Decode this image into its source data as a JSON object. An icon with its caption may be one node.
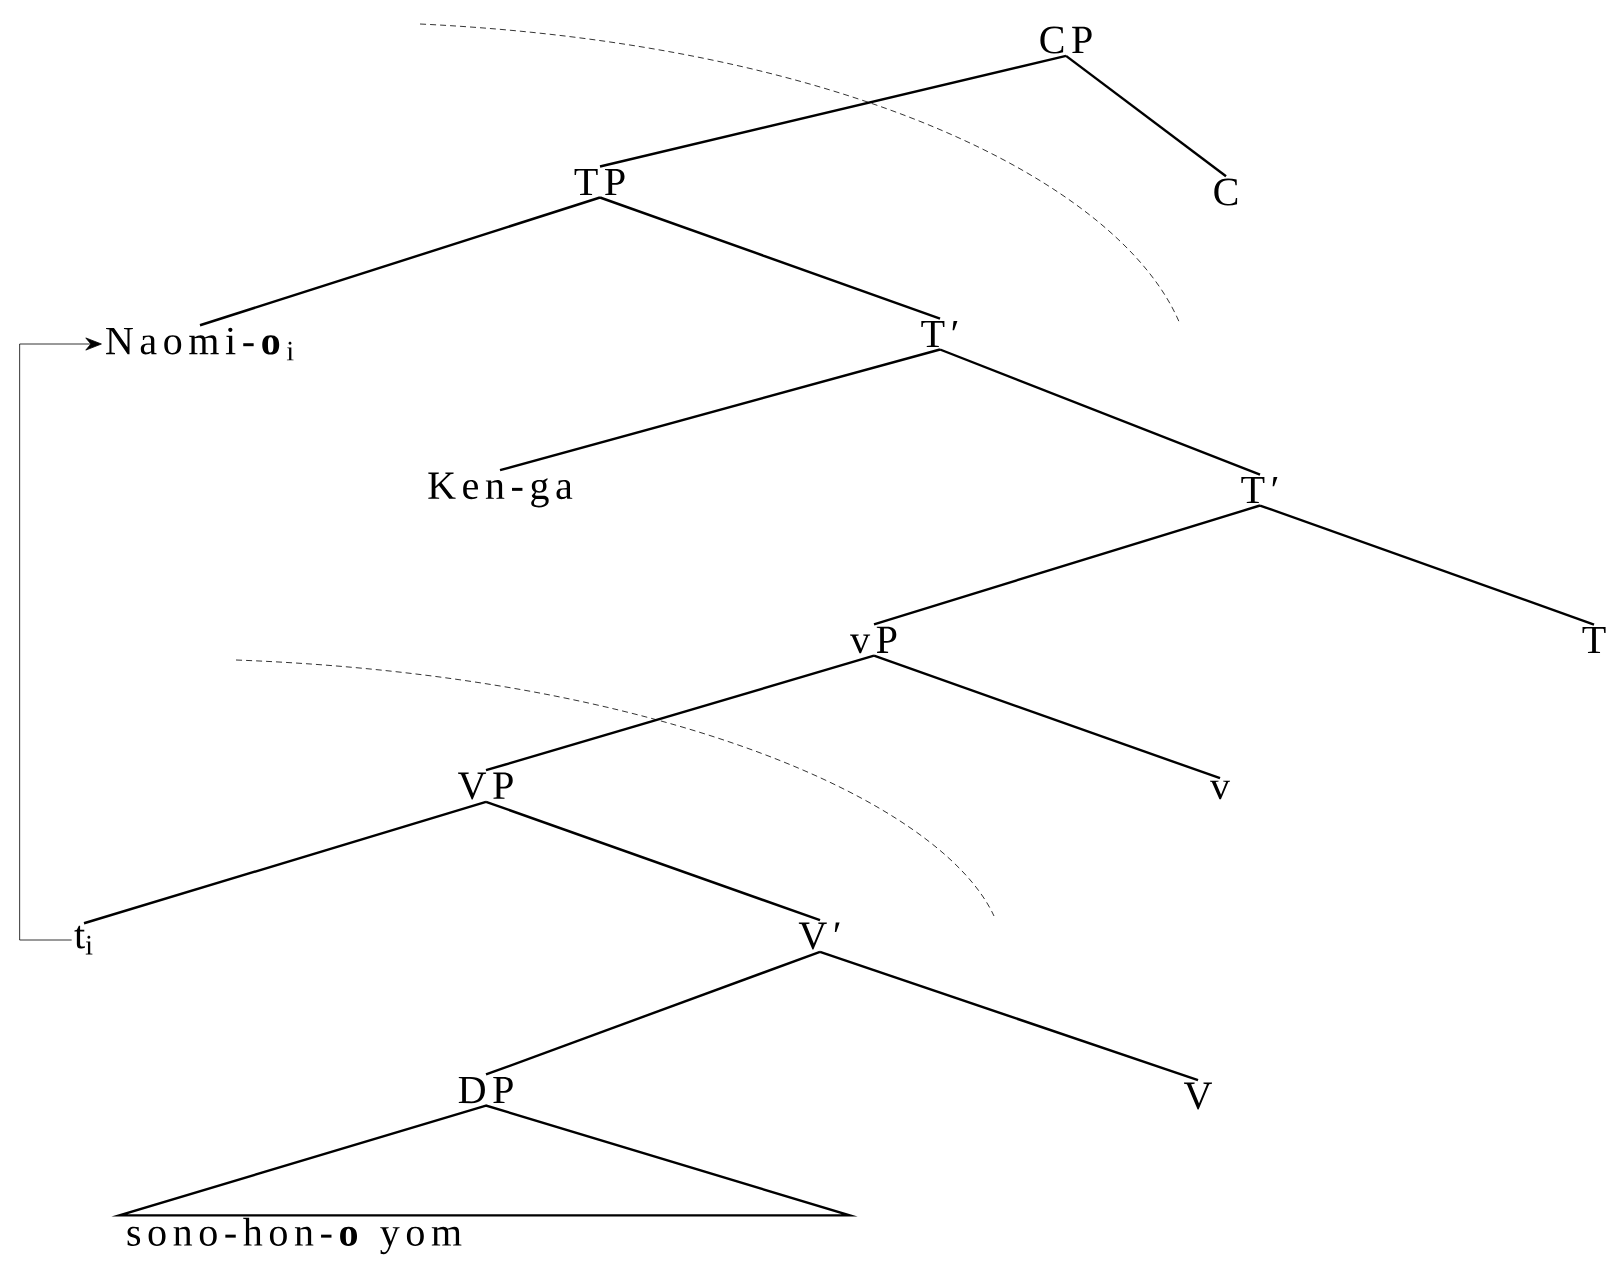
{
  "diagram": {
    "nodes": [
      {
        "text": [
          "CP"
        ]
      },
      {
        "text": [
          "TP"
        ]
      },
      {
        "text": [
          "C"
        ]
      },
      {
        "text": [
          "Naomi-**o**$_{i}$"
        ]
      },
      {
        "text": [
          "T′"
        ]
      },
      {
        "text": [
          "Ken-ga"
        ]
      },
      {
        "text": [
          "T′"
        ]
      },
      {
        "text": [
          "vP"
        ]
      },
      {
        "text": [
          "T"
        ]
      },
      {
        "text": [
          "VP"
        ]
      },
      {
        "text": [
          "v"
        ]
      },
      {
        "text": [
          "t$_{i}$"
        ]
      },
      {
        "text": [
          "V′"
        ]
      },
      {
        "text": [
          "DP"
        ]
      },
      {
        "text": [
          "V"
        ]
      },
      {
        "text": [
          "sono-hon-**o** yom"
        ]
      }
    ],
    "edges": [
      {
        "from": 0,
        "to": 1,
        "arrow": "none"
      },
      {
        "from": 0,
        "to": 2,
        "arrow": "none"
      },
      {
        "from": 1,
        "to": 3,
        "arrow": "none"
      },
      {
        "from": 1,
        "to": 4,
        "arrow": "none"
      },
      {
        "from": 4,
        "to": 5,
        "arrow": "none"
      },
      {
        "from": 4,
        "to": 6,
        "arrow": "none"
      },
      {
        "from": 6,
        "to": 7,
        "arrow": "none"
      },
      {
        "from": 6,
        "to": 8,
        "arrow": "none"
      },
      {
        "from": 7,
        "to": 9,
        "arrow": "none"
      },
      {
        "from": 7,
        "to": 10,
        "arrow": "none"
      },
      {
        "from": 9,
        "to": 11,
        "arrow": "none"
      },
      {
        "from": 9,
        "to": 12,
        "arrow": "none"
      },
      {
        "from": 12,
        "to": 13,
        "arrow": "none"
      },
      {
        "from": 12,
        "to": 14,
        "arrow": "none"
      },
      {
        "from": 13,
        "to": 15,
        "arrow": "none"
      },
      {
        "from": 11,
        "to": 3,
        "arrow": "to"
      }
    ]
  }
}
